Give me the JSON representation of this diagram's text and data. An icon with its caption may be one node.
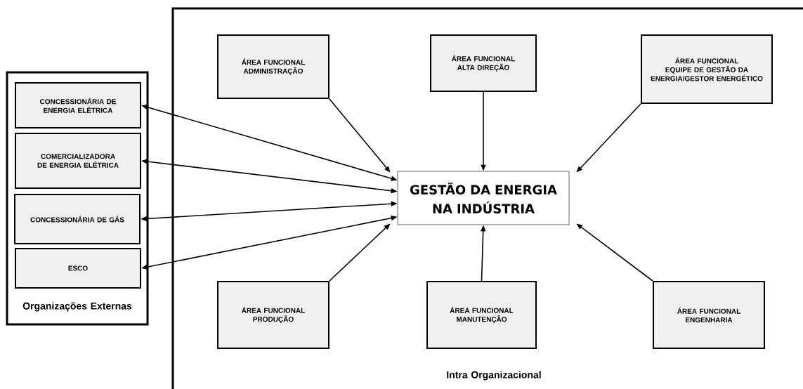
{
  "diagram": {
    "nodes": [
      {
        "text": [
          "Organizações Externas"
        ]
      },
      {
        "text": [
          "CONCESSIONÁRIA DE ENERGIA ELÉTRICA"
        ],
        "in": 0
      },
      {
        "text": [
          "COMERCIALIZADORA DE ENERGIA ELÉTRICA"
        ],
        "in": 0
      },
      {
        "text": [
          "CONCESSIONÁRIA DE GÁS"
        ],
        "in": 0
      },
      {
        "text": [
          "ESCO"
        ],
        "in": 0
      },
      {
        "text": [
          "Intra Organizacional"
        ]
      },
      {
        "text": [
          "ÁREA FUNCIONAL ADMINISTRAÇÃO"
        ],
        "in": 5
      },
      {
        "text": [
          "ÁREA FUNCIONAL ALTA DIREÇÃO"
        ],
        "in": 5
      },
      {
        "text": [
          "ÁREA FUNCIONAL EQUIPE DE GESTÃO DA ENERGIA/GESTOR ENERGÉTICO"
        ],
        "in": 5
      },
      {
        "text": [
          "GESTÃO DA ENERGIA NA INDÚSTRIA"
        ],
        "in": 5
      },
      {
        "text": [
          "ÁREA FUNCIONAL PRODUÇÃO"
        ],
        "in": 5
      },
      {
        "text": [
          "ÁREA FUNCIONAL MANUTENÇÃO"
        ],
        "in": 5
      },
      {
        "text": [
          "ÁREA FUNCIONAL ENGENHARIA"
        ],
        "in": 5
      }
    ],
    "edges": [
      {
        "from": 1,
        "to": 9,
        "arrow": "both"
      },
      {
        "from": 2,
        "to": 9,
        "arrow": "both"
      },
      {
        "from": 3,
        "to": 9,
        "arrow": "both"
      },
      {
        "from": 4,
        "to": 9,
        "arrow": "both"
      },
      {
        "from": 6,
        "to": 9,
        "arrow": "to"
      },
      {
        "from": 7,
        "to": 9,
        "arrow": "to"
      },
      {
        "from": 8,
        "to": 9,
        "arrow": "to"
      },
      {
        "from": 10,
        "to": 9,
        "arrow": "to"
      },
      {
        "from": 11,
        "to": 9,
        "arrow": "to"
      },
      {
        "from": 12,
        "to": 9,
        "arrow": "to"
      }
    ]
  }
}
